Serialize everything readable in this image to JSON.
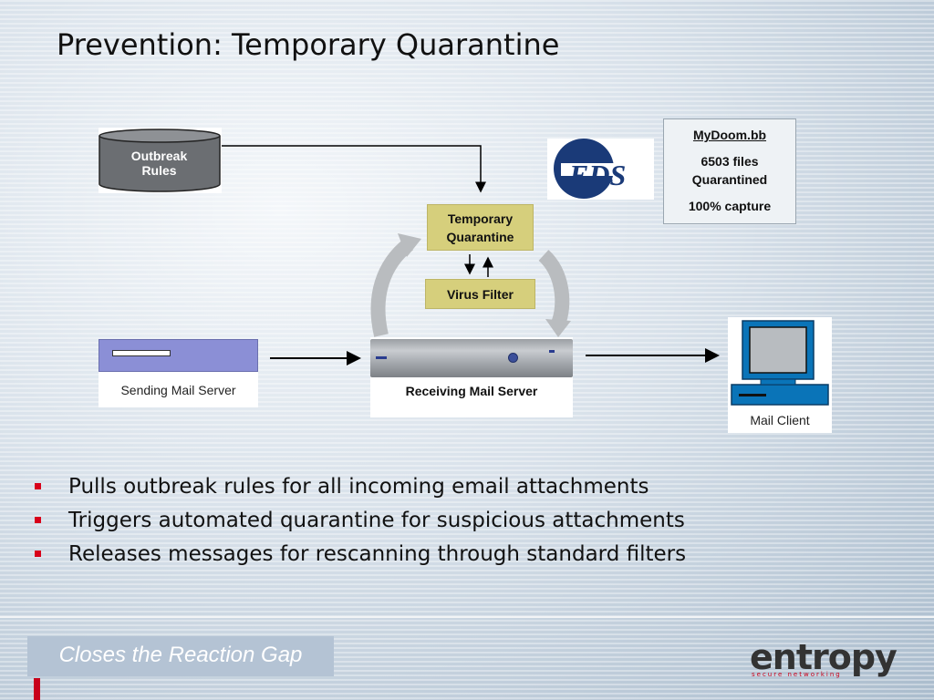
{
  "title": "Prevention: Temporary Quarantine",
  "diagram": {
    "outbreak_rules": "Outbreak\nRules",
    "eds_logo_text": "EDS",
    "mydoom": {
      "title": "MyDoom.bb",
      "files_line1": "6503 files",
      "files_line2": "Quarantined",
      "capture": "100% capture"
    },
    "temporary_quarantine_line1": "Temporary",
    "temporary_quarantine_line2": "Quarantine",
    "virus_filter": "Virus Filter",
    "sending_server": "Sending Mail Server",
    "receiving_server": "Receiving Mail Server",
    "mail_client": "Mail Client"
  },
  "bullets": [
    "Pulls outbreak rules for all incoming email attachments",
    "Triggers automated quarantine for suspicious attachments",
    "Releases messages for rescanning through standard filters"
  ],
  "footer": {
    "tagline": "Closes the Reaction Gap",
    "brand": "entropy",
    "brand_sub": "secure networking"
  },
  "colors": {
    "accent_red": "#d8001a",
    "yellow_box": "#d6cf7c",
    "server_purple": "#8b8fd6",
    "eds_blue": "#1a3a78"
  }
}
